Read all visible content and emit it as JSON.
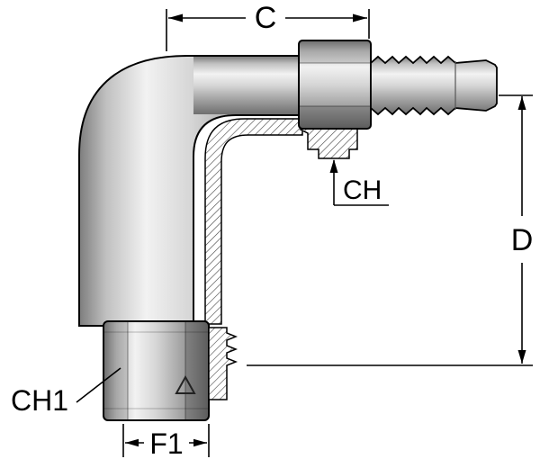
{
  "diagram": {
    "kind": "technical-drawing-90-degree-elbow-hose-fitting",
    "labels": {
      "c": "C",
      "ch": "CH",
      "d": "D",
      "ch1": "CH1",
      "f1": "F1"
    },
    "icons": {
      "brand_mark": "triangle-logo"
    },
    "colors": {
      "outline": "#000000",
      "metal_light": "#f0f0f0",
      "metal_mid": "#c6c6c6",
      "metal_dark": "#6e6e6e",
      "background": "#ffffff"
    }
  }
}
